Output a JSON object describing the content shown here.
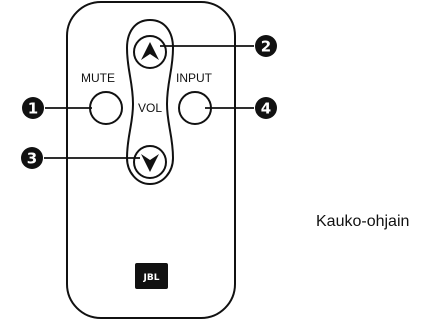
{
  "remote": {
    "mute_label": "MUTE",
    "input_label": "INPUT",
    "vol_label": "VOL",
    "brand": "JBL"
  },
  "callouts": {
    "c1": "1",
    "c2": "2",
    "c3": "3",
    "c4": "4"
  },
  "caption": "Kauko-ohjain",
  "colors": {
    "outline": "#111111",
    "callout_fill": "#111111",
    "brand_fill": "#111111",
    "background": "#ffffff"
  }
}
